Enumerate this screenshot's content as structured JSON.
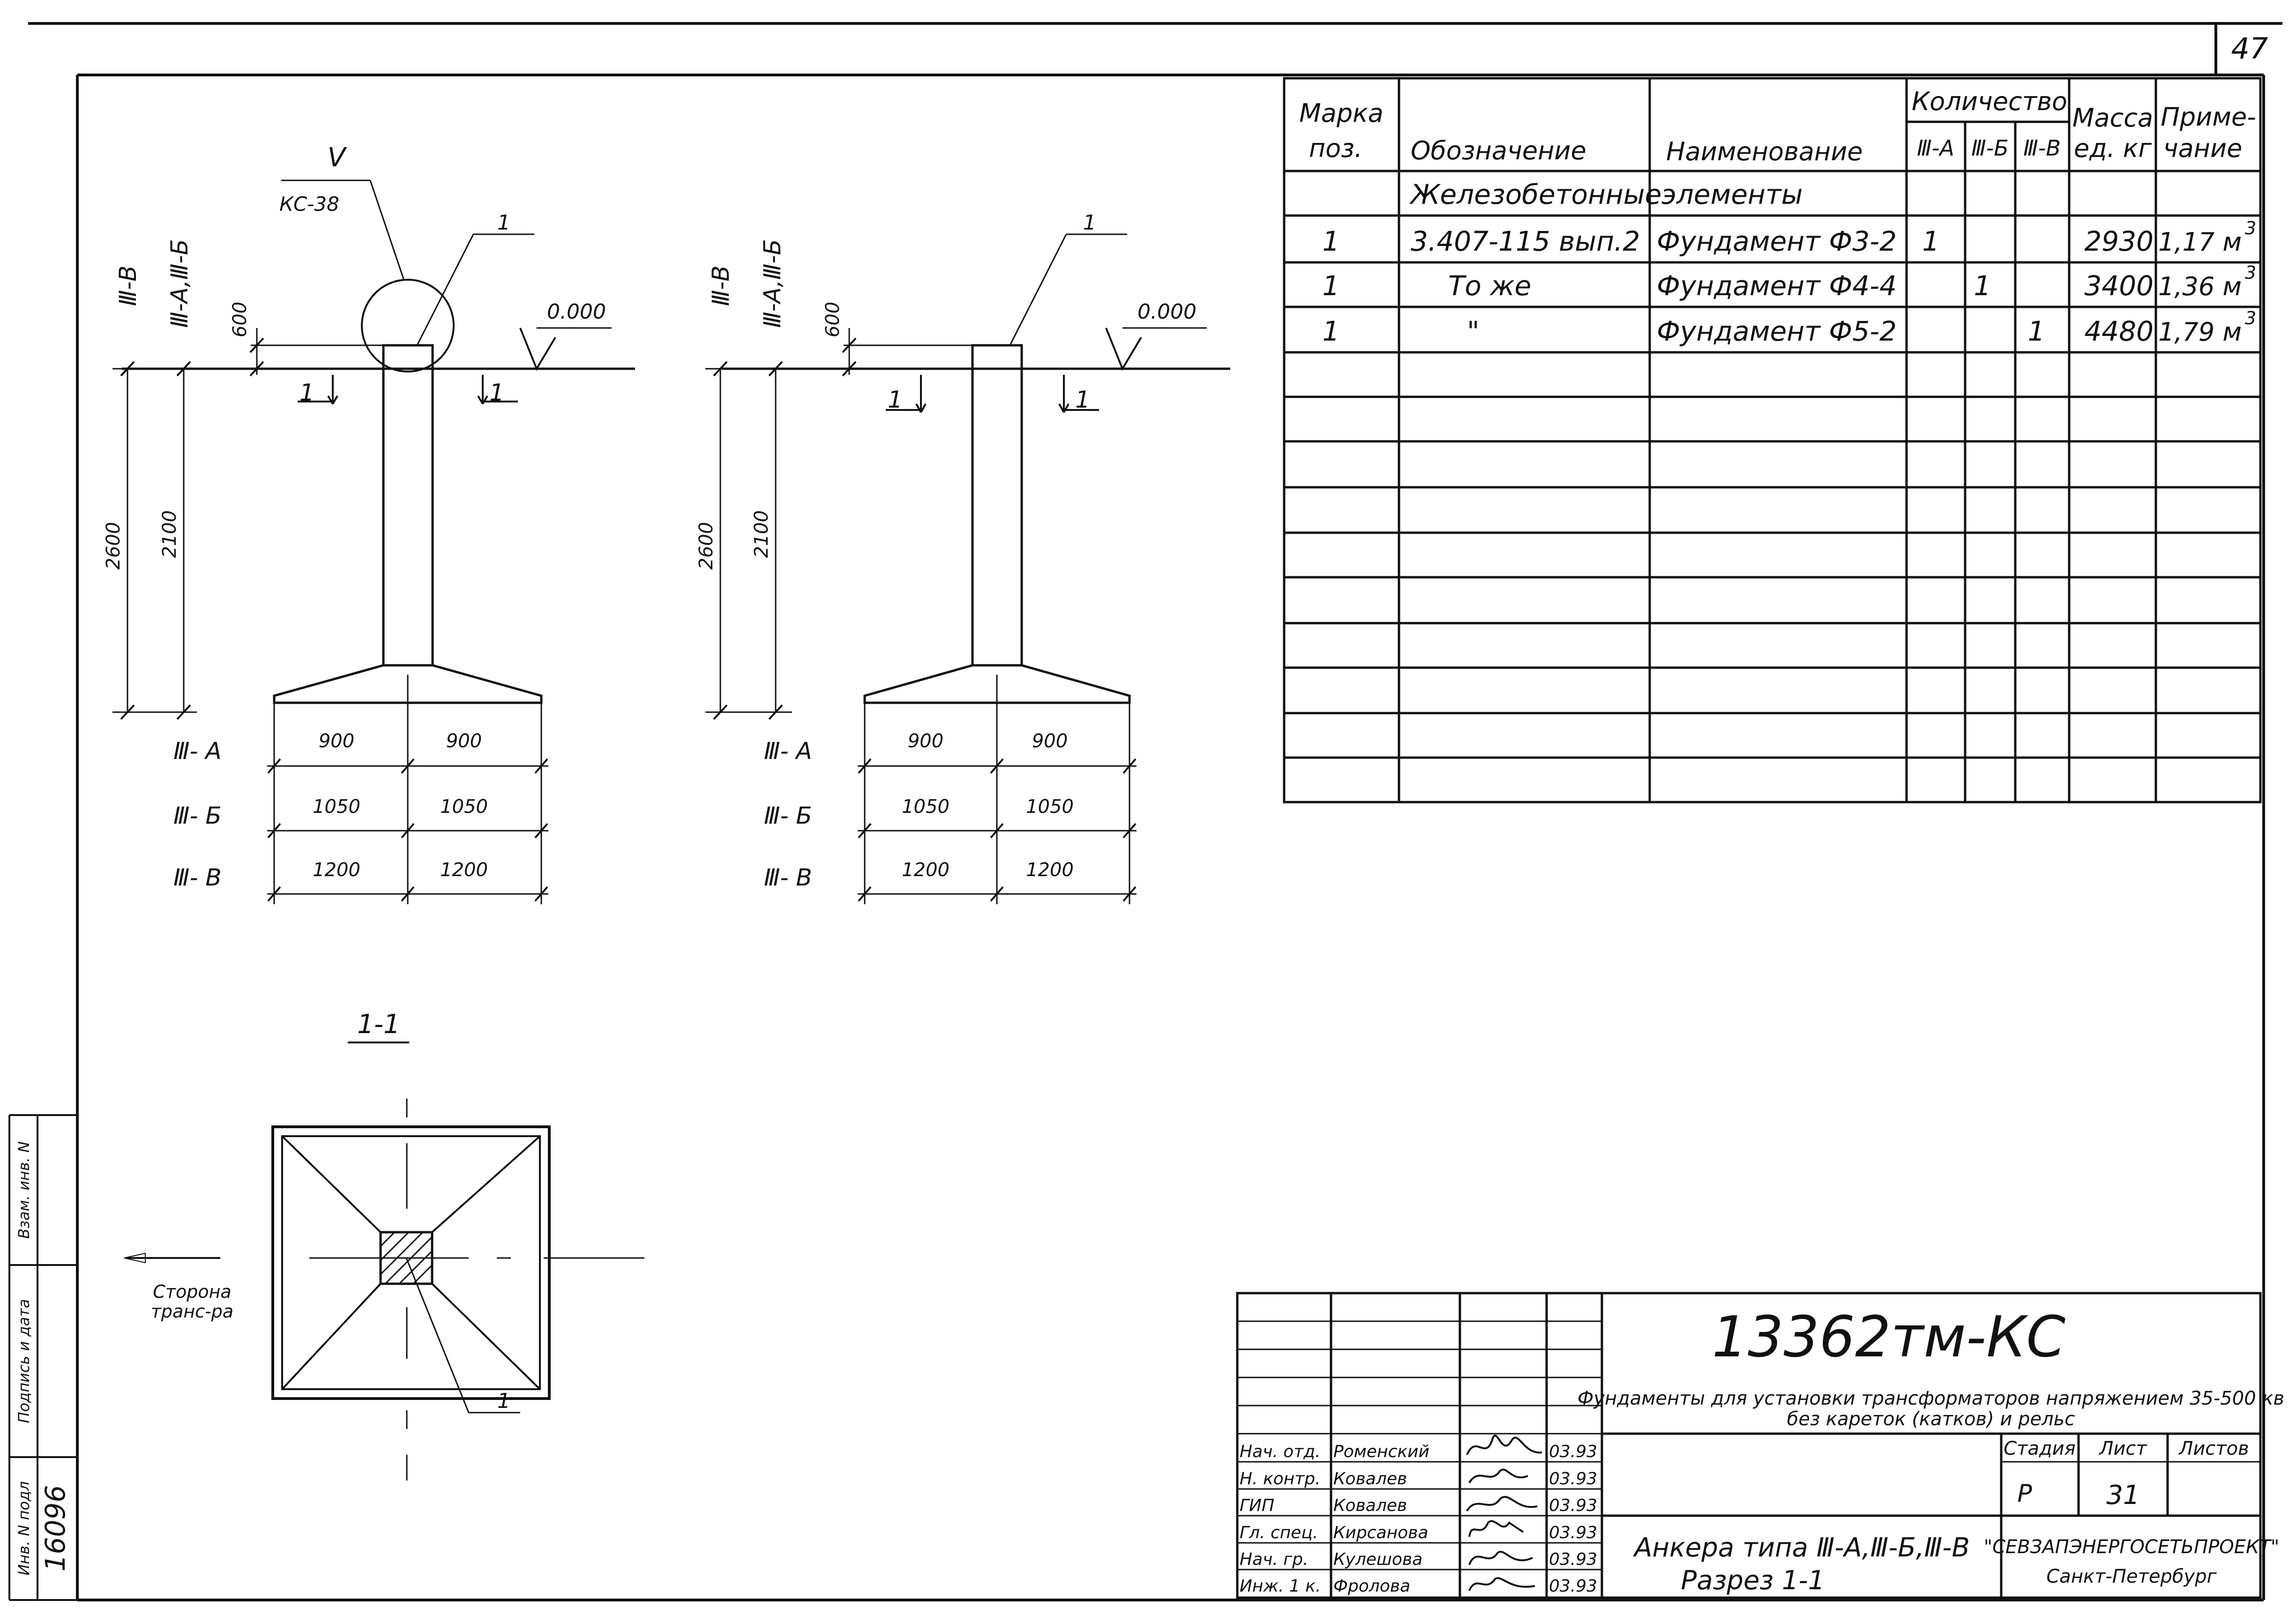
{
  "sheet": {
    "page_number": "47",
    "left_stamp": {
      "ref_inv": "Взам. инв. N",
      "sign_date": "Подпись и дата",
      "inv_orig": "Инв. N подл",
      "inv_value": "16096"
    }
  },
  "drawing": {
    "left": {
      "callout_v": "V",
      "callout_ref": "КС-38",
      "pos_marker": "1",
      "elevation": "0.000",
      "dim_600": "600",
      "dim_2100": "2100",
      "dim_2600": "2600",
      "type_iii_v": "Ⅲ-В",
      "type_ab": "Ⅲ-А,Ⅲ-Б",
      "section_left": "1",
      "section_right": "1",
      "rows": [
        {
          "label": "Ⅲ- А",
          "a": "900",
          "b": "900"
        },
        {
          "label": "Ⅲ- Б",
          "a": "1050",
          "b": "1050"
        },
        {
          "label": "Ⅲ- В",
          "a": "1200",
          "b": "1200"
        }
      ]
    },
    "middle": {
      "pos_marker": "1",
      "elevation": "0.000",
      "dim_600": "600",
      "dim_2100": "2100",
      "dim_2600": "2600",
      "type_iii_v": "Ⅲ-В",
      "type_ab": "Ⅲ-А,Ⅲ-Б",
      "section_left": "1",
      "section_right": "1",
      "rows": [
        {
          "label": "Ⅲ- А",
          "a": "900",
          "b": "900"
        },
        {
          "label": "Ⅲ- Б",
          "a": "1050",
          "b": "1050"
        },
        {
          "label": "Ⅲ- В",
          "a": "1200",
          "b": "1200"
        }
      ]
    },
    "section": {
      "title": "1-1",
      "side_label_1": "Сторона",
      "side_label_2": "транс-ра",
      "pos_marker": "1"
    }
  },
  "spec_table": {
    "headers": {
      "mark_1": "Марка",
      "mark_2": "поз.",
      "designation": "Обозначение",
      "name": "Наименование",
      "quantity": "Количество",
      "q_a": "Ⅲ-А",
      "q_b": "Ⅲ-Б",
      "q_v": "Ⅲ-В",
      "mass_1": "Масса",
      "mass_2": "ед. кг",
      "note_1": "Приме-",
      "note_2": "чание"
    },
    "section_row": {
      "designation": "Железобетонные",
      "name": "элементы"
    },
    "rows": [
      {
        "mark": "1",
        "designation": "3.407-115 вып.2",
        "name": "Фундамент Ф3-2",
        "qa": "1",
        "qb": "",
        "qv": "",
        "mass": "2930",
        "note": "1,17 м",
        "sup": "3"
      },
      {
        "mark": "1",
        "designation": "То же",
        "name": "Фундамент Ф4-4",
        "qa": "",
        "qb": "1",
        "qv": "",
        "mass": "3400",
        "note": "1,36 м",
        "sup": "3"
      },
      {
        "mark": "1",
        "designation": "\"",
        "name": "Фундамент Ф5-2",
        "qa": "",
        "qb": "",
        "qv": "1",
        "mass": "4480",
        "note": "1,79 м",
        "sup": "3"
      }
    ]
  },
  "title_block": {
    "doc_code": "13362тм-КС",
    "project_line_1": "Фундаменты для установки трансформаторов напряжением 35-500 кв",
    "project_line_2": "без кареток (катков) и рельс",
    "sheet_title_1": "Анкера типа Ⅲ-А,Ⅲ-Б,Ⅲ-В",
    "sheet_title_2": "Разрез 1-1",
    "stage_label": "Стадия",
    "sheet_label": "Лист",
    "sheets_label": "Листов",
    "stage_value": "Р",
    "sheet_value": "31",
    "sheets_value": "",
    "org_1": "\"СЕВЗАПЭНЕРГОСЕТЬПРОЕКТ\"",
    "org_2": "Санкт-Петербург",
    "staff": [
      {
        "role": "Нач. отд.",
        "name": "Роменский",
        "date": "03.93"
      },
      {
        "role": "Н. контр.",
        "name": "Ковалев",
        "date": "03.93"
      },
      {
        "role": "ГИП",
        "name": "Ковалев",
        "date": "03.93"
      },
      {
        "role": "Гл. спец.",
        "name": "Кирсанова",
        "date": "03.93"
      },
      {
        "role": "Нач. гр.",
        "name": "Кулешова",
        "date": "03.93"
      },
      {
        "role": "Инж. 1 к.",
        "name": "Фролова",
        "date": "03.93"
      }
    ]
  }
}
